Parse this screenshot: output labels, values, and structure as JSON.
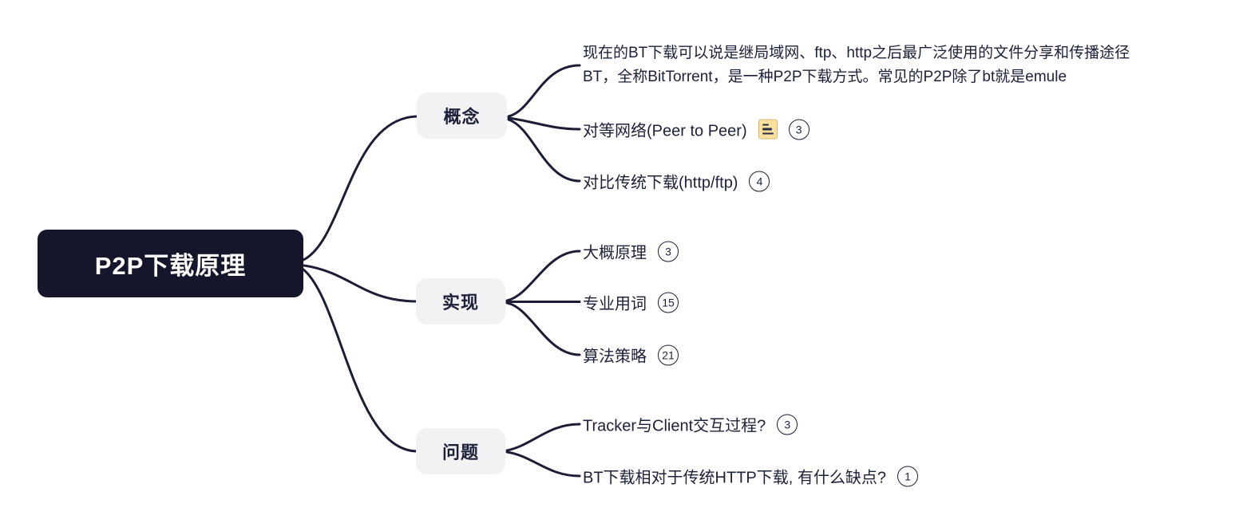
{
  "colors": {
    "background": "#ffffff",
    "root_fill": "#15152b",
    "root_text": "#ffffff",
    "branch_fill": "#f2f2f4",
    "text": "#1d2039",
    "connector": "#1d1d35",
    "badge_border": "#1d1d35",
    "note_icon_fill": "#fae1a0",
    "note_icon_border": "#d8b878"
  },
  "root": {
    "label": "P2P下载原理"
  },
  "branches": [
    {
      "label": "概念",
      "children": [
        {
          "lines": [
            "现在的BT下载可以说是继局域网、ftp、http之后最广泛使用的文件分享和传播途径",
            "BT，全称BitTorrent，是一种P2P下载方式。常见的P2P除了bt就是emule"
          ]
        },
        {
          "text": "对等网络(Peer to Peer)",
          "note_icon": "notes-icon",
          "count": "3"
        },
        {
          "text": "对比传统下载(http/ftp)",
          "count": "4"
        }
      ]
    },
    {
      "label": "实现",
      "children": [
        {
          "text": "大概原理",
          "count": "3"
        },
        {
          "text": "专业用词",
          "count": "15"
        },
        {
          "text": "算法策略",
          "count": "21"
        }
      ]
    },
    {
      "label": "问题",
      "children": [
        {
          "text": "Tracker与Client交互过程?",
          "count": "3"
        },
        {
          "text": "BT下载相对于传统HTTP下载, 有什么缺点?",
          "count": "1"
        }
      ]
    }
  ]
}
